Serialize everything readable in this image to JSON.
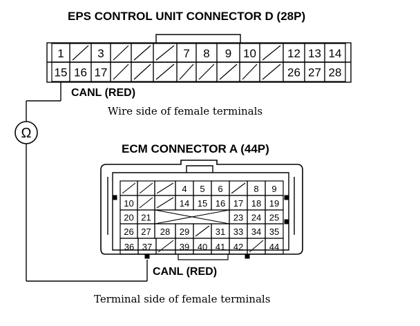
{
  "eps": {
    "title": "EPS CONTROL UNIT CONNECTOR D (28P)",
    "row1": [
      "1",
      "",
      "3",
      "",
      "",
      "",
      "7",
      "8",
      "9",
      "10",
      "",
      "12",
      "13",
      "14"
    ],
    "row2": [
      "15",
      "16",
      "17",
      "",
      "",
      "",
      "",
      "",
      "",
      "",
      "",
      "26",
      "27",
      "28"
    ],
    "wire_label": "CANL (RED)",
    "caption": "Wire side of female terminals"
  },
  "meter": {
    "symbol": "Ω"
  },
  "ecm": {
    "title": "ECM CONNECTOR A (44P)",
    "row1": [
      "",
      "",
      "",
      "4",
      "5",
      "6",
      "",
      "8",
      "9"
    ],
    "row2": [
      "10",
      "",
      "",
      "14",
      "15",
      "16",
      "17",
      "18",
      "19"
    ],
    "row3": [
      "20",
      "21",
      "",
      "",
      "",
      "",
      "23",
      "24",
      "25"
    ],
    "row4": [
      "26",
      "27",
      "28",
      "29",
      "",
      "31",
      "33",
      "34",
      "35"
    ],
    "row5": [
      "36",
      "37",
      "",
      "39",
      "40",
      "41",
      "42",
      "",
      "44"
    ],
    "wire_label": "CANL (RED)",
    "caption": "Terminal side of female terminals"
  }
}
